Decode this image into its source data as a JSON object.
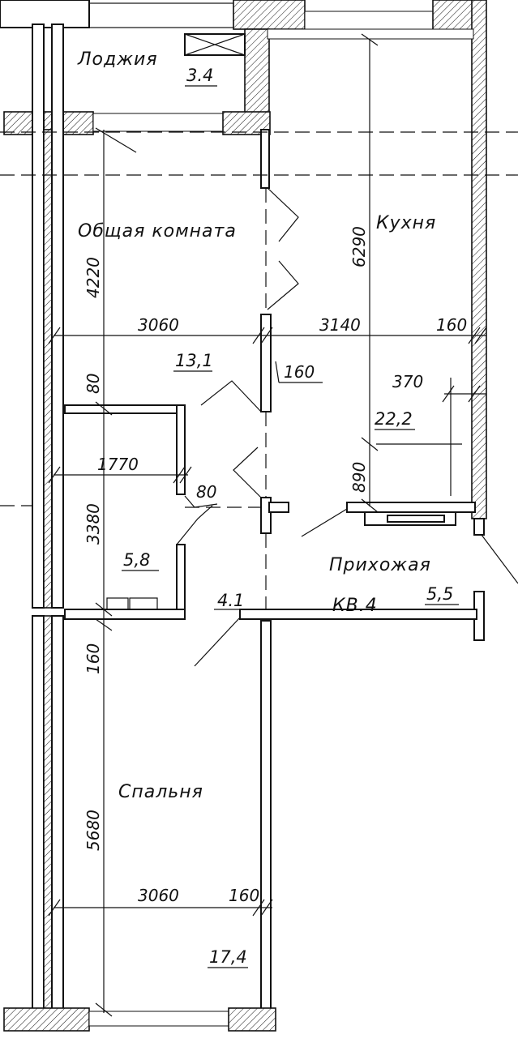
{
  "apartment": {
    "code": "КВ.4"
  },
  "rooms": [
    {
      "name": "Лоджия",
      "area": "3.4"
    },
    {
      "name": "Общая комната",
      "area": "13,1"
    },
    {
      "name": "Кухня",
      "area": "22,2"
    },
    {
      "name": "Прихожая",
      "area": "5,5"
    },
    {
      "name": "Спальня",
      "area": "17,4"
    }
  ],
  "small_areas": {
    "bathroom": "5,8",
    "corridor": "4.1"
  },
  "dimensions": {
    "living_height": "4220",
    "kitchen_height": "6290",
    "living_width": "3060",
    "kitchen_width": "3140",
    "outer_wall": "160",
    "partition_1": "160",
    "partition_2": "80",
    "bath_top": "80",
    "bath_width": "1770",
    "bath_height": "3380",
    "kitchen_niche": "370",
    "entry_depth": "890",
    "bedroom_wall": "160",
    "bedroom_height": "5680",
    "bedroom_width": "3060",
    "bedroom_partition": "160"
  }
}
